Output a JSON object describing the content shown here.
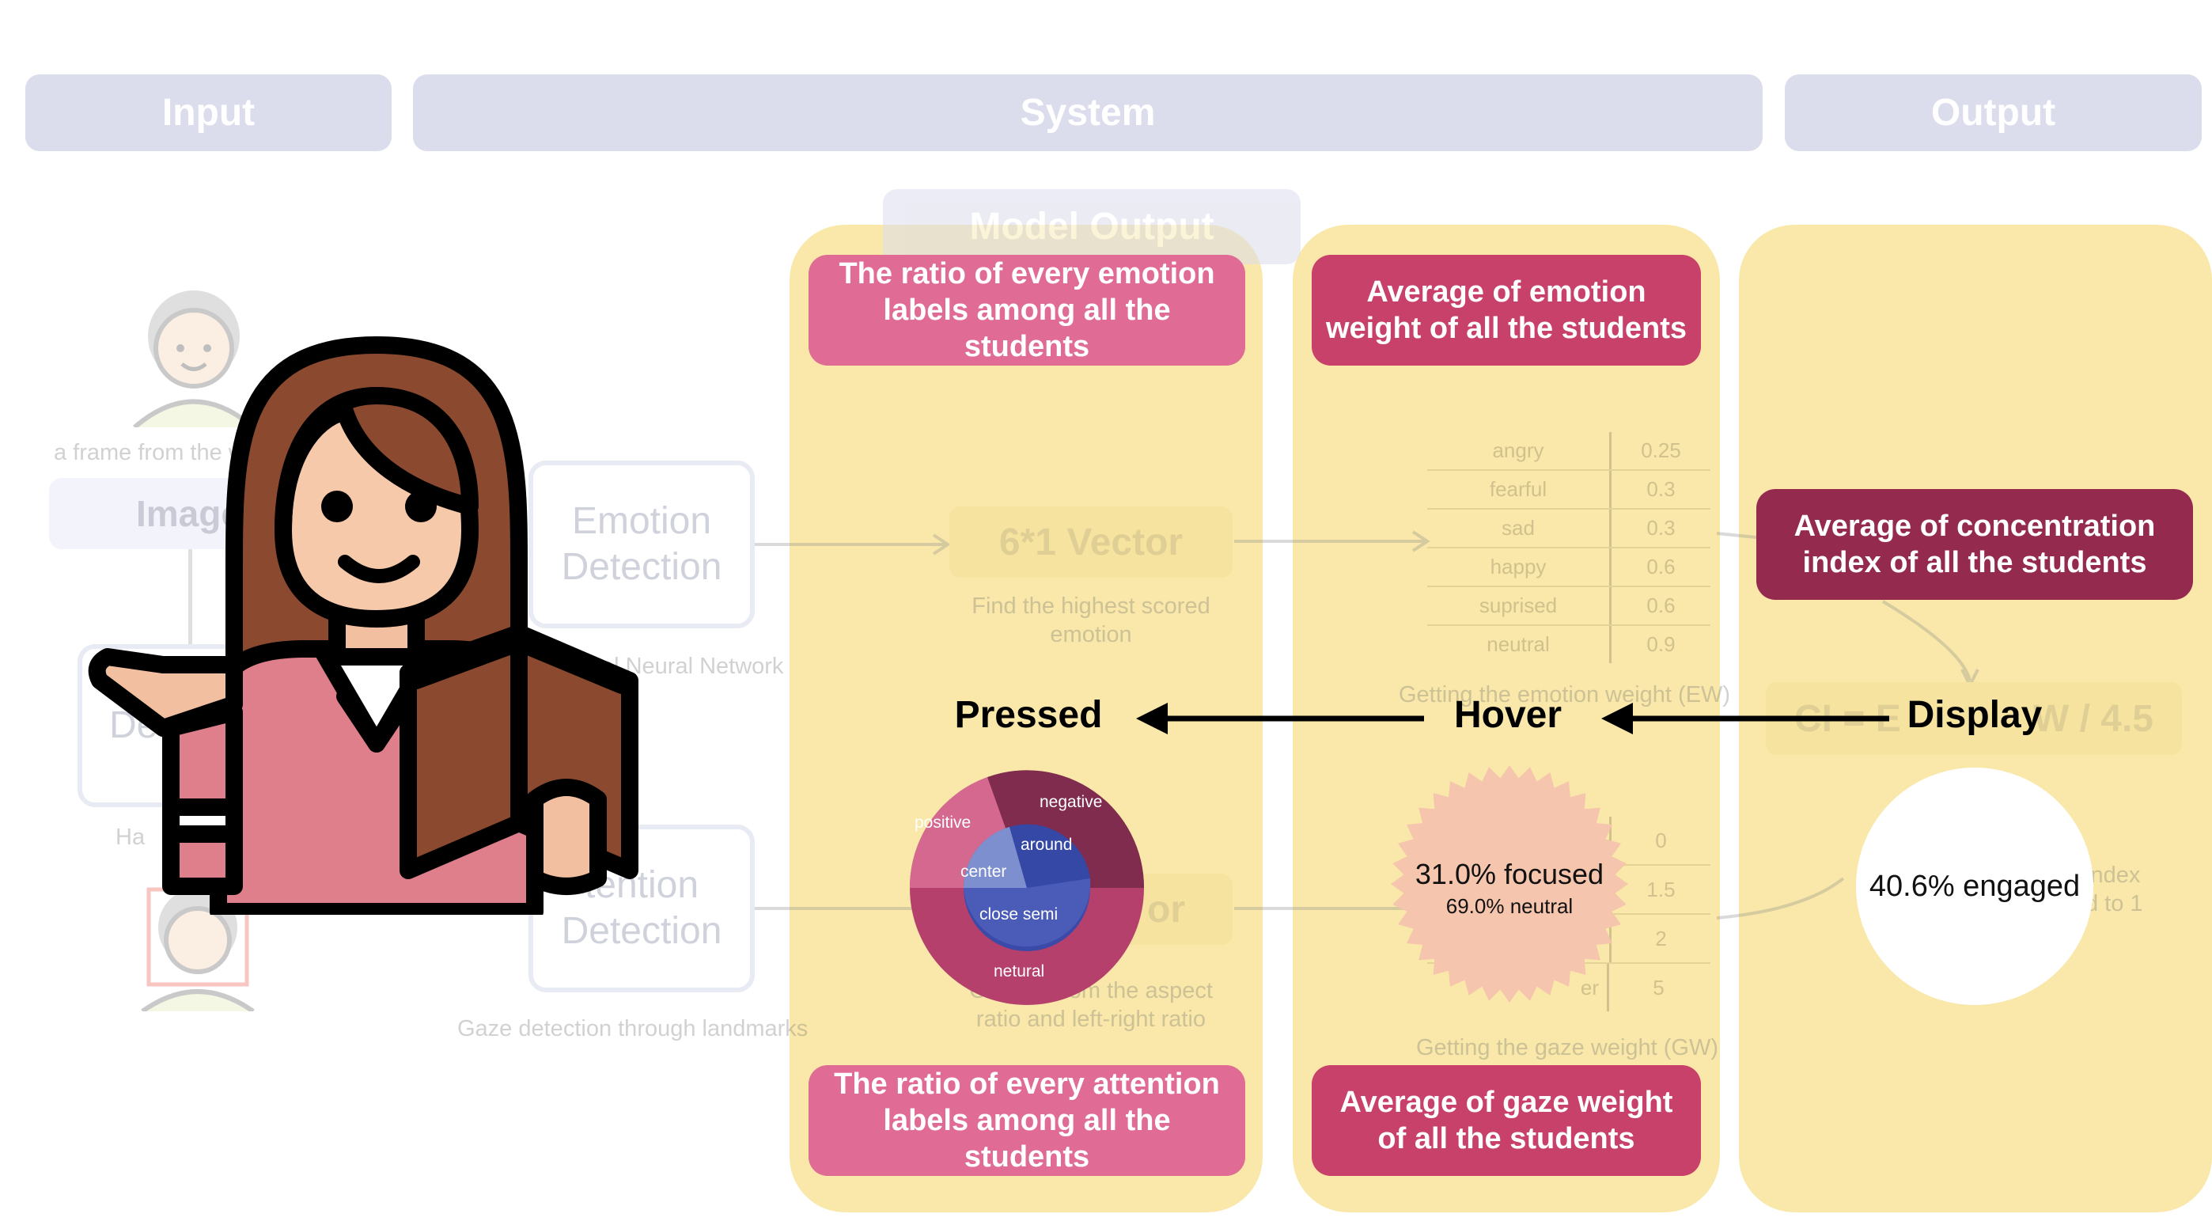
{
  "headers": {
    "input": "Input",
    "system": "System",
    "output": "Output"
  },
  "model_output_label": "Model Output",
  "input_column": {
    "frame_caption": "a frame from the w",
    "image_label": "Image",
    "head_label": "De",
    "head_caption": "Ha          se"
  },
  "emotion_detection": {
    "label": "Emotion Detection",
    "caption": "volutional Neural Network"
  },
  "attention_detection": {
    "label": "tention Detection",
    "caption": "Gaze detection through landmarks"
  },
  "vector_top": {
    "label": "6*1 Vector",
    "caption": "Find the highest scored emotion"
  },
  "vector_bottom": {
    "label": "or",
    "caption": "C             om the aspect ratio and left-right ratio"
  },
  "emotion_table": {
    "rows": [
      {
        "label": "angry",
        "value": "0.25"
      },
      {
        "label": "fearful",
        "value": "0.3"
      },
      {
        "label": "sad",
        "value": "0.3"
      },
      {
        "label": "happy",
        "value": "0.6"
      },
      {
        "label": "suprised",
        "value": "0.6"
      },
      {
        "label": "neutral",
        "value": "0.9"
      }
    ],
    "caption": "Getting the emotion weight (EW)"
  },
  "gaze_table": {
    "rows": [
      {
        "label": "",
        "value": "0"
      },
      {
        "label": "",
        "value": "1.5"
      },
      {
        "label": "",
        "value": "2"
      },
      {
        "label": "er",
        "value": "5"
      }
    ],
    "caption": "Getting the gaze weight (GW)"
  },
  "labels": {
    "ratio_emotion": "The ratio of every emotion labels among all the students",
    "avg_emotion": "Average of emotion weight of all the students",
    "avg_concentration": "Average of  concentration index of all the students",
    "ratio_attention": "The ratio of every attention labels among all the students",
    "avg_gaze": "Average of gaze weight of all the students"
  },
  "ci_formula": {
    "left": "CI = E",
    "right": "W / 4.5"
  },
  "output_caption": {
    "line1": "index",
    "line2": "d to 1"
  },
  "states": {
    "pressed": "Pressed",
    "hover": "Hover",
    "display": "Display"
  },
  "sunburst": {
    "outer": [
      "negative",
      "positive",
      "netural"
    ],
    "inner": [
      "around",
      "center",
      "close semi"
    ]
  },
  "hover_badge": {
    "main": "31.0% focused",
    "sub": "69.0% neutral"
  },
  "display_badge": "40.6% engaged",
  "colors": {
    "header": "#dbdcec",
    "panel": "#f9e8a9",
    "label_pink": "#e06b95",
    "label_red": "#c8416a",
    "label_dark": "#942b4f",
    "badge_peach": "#f5c5ad"
  },
  "icons": {
    "teacher": "teacher-reading-book-icon",
    "student": "student-avatar-icon"
  }
}
